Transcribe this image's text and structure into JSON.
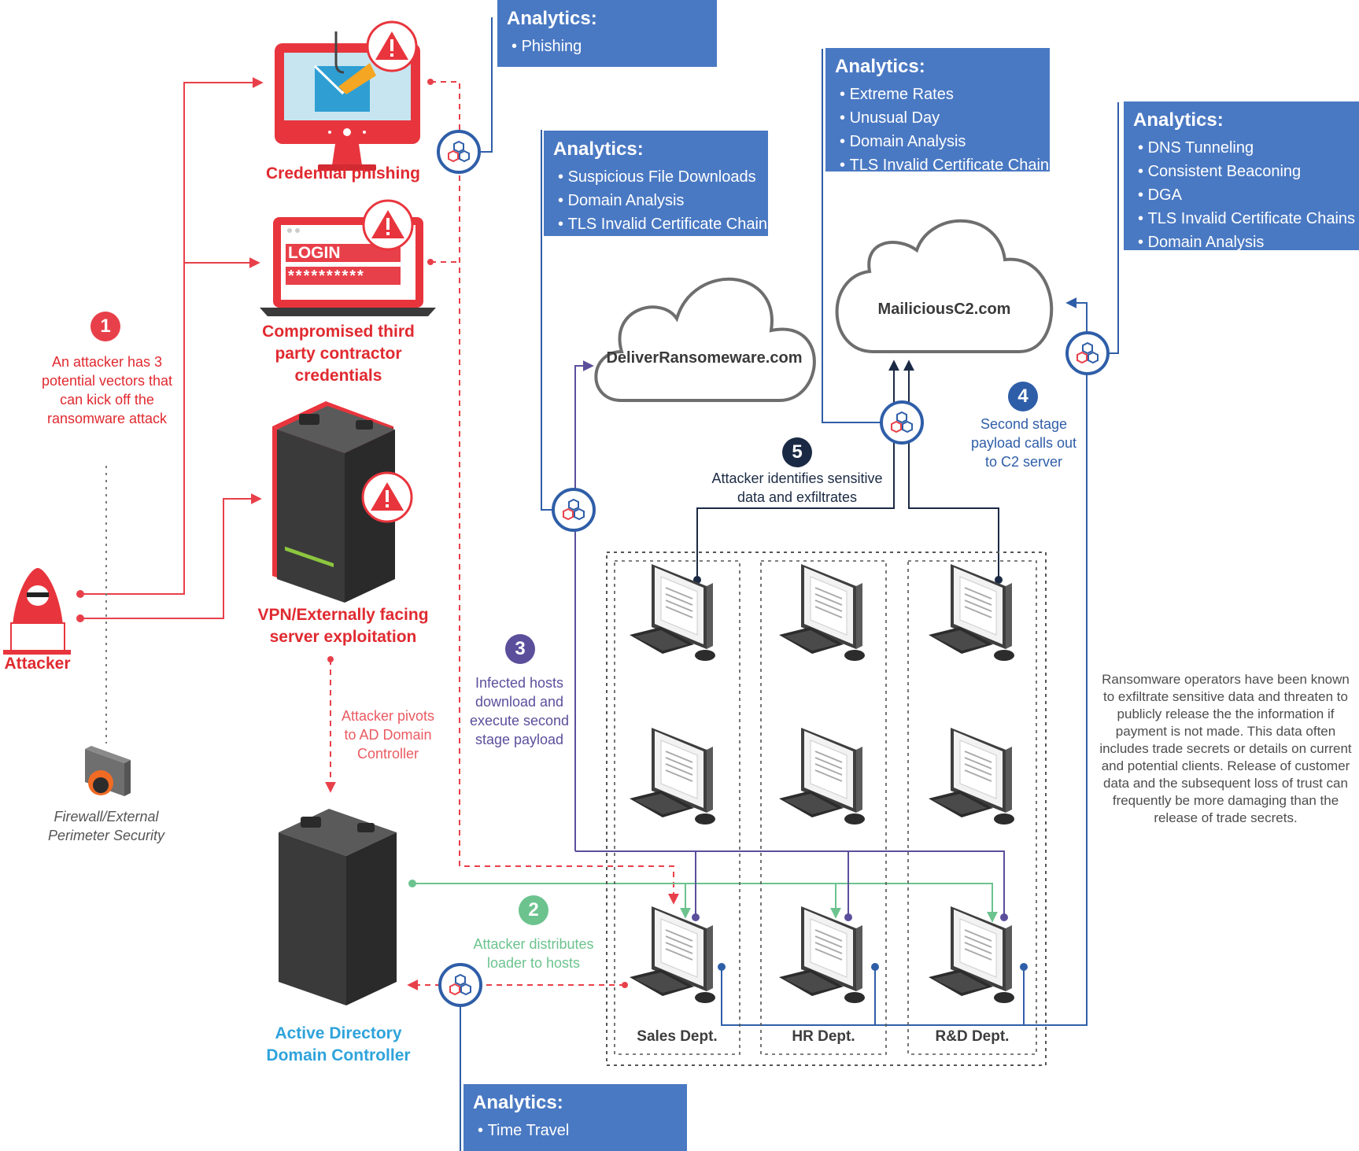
{
  "analytics": {
    "phishing": {
      "title": "Analytics:",
      "items": [
        "Phishing"
      ]
    },
    "downloads": {
      "title": "Analytics:",
      "items": [
        "Suspicious File Downloads",
        "Domain Analysis",
        "TLS Invalid Certificate Chains"
      ]
    },
    "rates": {
      "title": "Analytics:",
      "items": [
        "Extreme Rates",
        "Unusual Day",
        "Domain Analysis",
        "TLS Invalid Certificate Chains"
      ]
    },
    "dns": {
      "title": "Analytics:",
      "items": [
        "DNS Tunneling",
        "Consistent Beaconing",
        "DGA",
        "TLS Invalid Certificate Chains",
        "Domain Analysis"
      ]
    },
    "timetravel": {
      "title": "Analytics:",
      "items": [
        "Time Travel"
      ]
    }
  },
  "labels": {
    "credential_phishing": "Credential phishing",
    "compromised_contractor": "Compromised third party contractor credentials",
    "vpn_exploitation": "VPN/Externally facing server exploitation",
    "attacker": "Attacker",
    "firewall": "Firewall/External Perimeter Security",
    "active_directory": "Active Directory Domain Controller",
    "login_text": "LOGIN",
    "password_mask": "**********"
  },
  "steps": [
    {
      "number": "1",
      "text": "An attacker has 3 potential vectors that can kick off the ransomware attack",
      "color": "#e8404a"
    },
    {
      "number": "2",
      "text": "Attacker distributes loader to hosts",
      "color": "#6cc38e"
    },
    {
      "number": "3",
      "text": "Infected hosts download and execute second stage payload",
      "color": "#5b4f9c"
    },
    {
      "number": "4",
      "text": "Second stage payload calls out to C2 server",
      "color": "#2f5ea8"
    },
    {
      "number": "5",
      "text": "Attacker identifies sensitive data and exfiltrates",
      "color": "#1b2a44"
    }
  ],
  "pivot_text": "Attacker pivots to AD Domain Controller",
  "clouds": {
    "deliver": "DeliverRansomeware.com",
    "c2": "MailiciousC2.com"
  },
  "departments": [
    "Sales Dept.",
    "HR Dept.",
    "R&D Dept."
  ],
  "note": "Ransomware operators have been known to exfiltrate sensitive data and threaten to publicly release the the information if payment is not made. This data often includes trade secrets or details on current and potential clients. Release of customer data and the subsequent loss of trust can frequently be more damaging than the release of trade secrets.",
  "colors": {
    "red": "#e8404a",
    "analytics_blue": "#4a79c3",
    "green": "#6cc38e",
    "purple": "#5b4f9c",
    "blue": "#2f5ea8",
    "navy": "#1b2a44",
    "ad_blue": "#2fa3db"
  }
}
